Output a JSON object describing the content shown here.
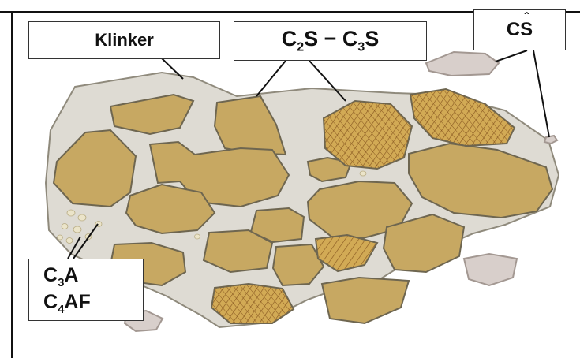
{
  "labels": {
    "klinker": {
      "text": "Klinker"
    },
    "c2s_c3s": {
      "c1": "C",
      "s1": "2",
      "mid": "S − C",
      "s2": "3",
      "end": "S"
    },
    "cs": {
      "c": "C",
      "s": "S",
      "hat": "ˆ"
    },
    "c3a": {
      "a_pre": "C",
      "a_sub": "3",
      "a_post": "A",
      "b_pre": "C",
      "b_sub": "4",
      "b_post": "AF"
    }
  },
  "colors": {
    "matrix": "#dedbd3",
    "grain": "#c7a862",
    "grain_edge": "#6e6650",
    "belite": "#d2aa55",
    "hatch": "#8a5a22",
    "gypsum": "#d8cfcb"
  }
}
